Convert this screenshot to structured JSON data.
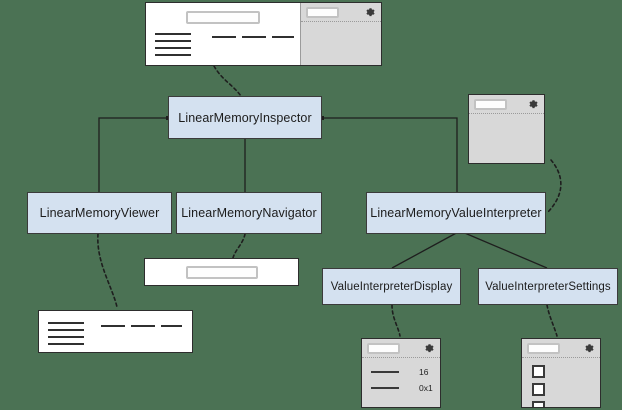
{
  "diagram": {
    "title": "LinearMemoryInspector component hierarchy",
    "background_color": "#4b7254",
    "node_fill": "#d4e1f0",
    "node_stroke": "#3b3b3b",
    "nodes": [
      {
        "id": "inspector",
        "label": "LinearMemoryInspector"
      },
      {
        "id": "viewer",
        "label": "LinearMemoryViewer"
      },
      {
        "id": "navigator",
        "label": "LinearMemoryNavigator"
      },
      {
        "id": "interpreter",
        "label": "LinearMemoryValueInterpreter"
      },
      {
        "id": "display",
        "label": "ValueInterpreterDisplay"
      },
      {
        "id": "settings",
        "label": "ValueInterpreterSettings"
      }
    ],
    "edges": [
      {
        "from": "inspector",
        "to": "viewer",
        "style": "solid"
      },
      {
        "from": "inspector",
        "to": "navigator",
        "style": "solid"
      },
      {
        "from": "inspector",
        "to": "interpreter",
        "style": "solid"
      },
      {
        "from": "interpreter",
        "to": "display",
        "style": "solid"
      },
      {
        "from": "interpreter",
        "to": "settings",
        "style": "solid"
      },
      {
        "from": "screenshot-inspector-full",
        "to": "inspector",
        "style": "dashed"
      },
      {
        "from": "screenshot-interpreter-panel",
        "to": "interpreter",
        "style": "dashed"
      },
      {
        "from": "viewer",
        "to": "screenshot-viewer-panel",
        "style": "dashed"
      },
      {
        "from": "navigator",
        "to": "screenshot-navigator-panel",
        "style": "dashed"
      },
      {
        "from": "display",
        "to": "screenshot-display-panel",
        "style": "dashed"
      },
      {
        "from": "settings",
        "to": "screenshot-settings-panel",
        "style": "dashed"
      }
    ]
  },
  "screenshots": {
    "inspector_full": {
      "name": "linear-memory-inspector-screenshot",
      "toolbar_input_value": "",
      "gear_icon": "gear-icon",
      "right_pane": "value-interpreter-pane"
    },
    "interpreter_panel": {
      "name": "value-interpreter-screenshot",
      "toolbar_input_value": "",
      "gear_icon": "gear-icon"
    },
    "navigator_panel": {
      "name": "linear-memory-navigator-screenshot",
      "address_input_value": ""
    },
    "viewer_panel": {
      "name": "linear-memory-viewer-screenshot"
    },
    "display_panel": {
      "name": "value-interpreter-display-screenshot",
      "toolbar_input_value": "",
      "gear_icon": "gear-icon",
      "rows": [
        {
          "label_icon": "value-dash",
          "value": "16"
        },
        {
          "label_icon": "value-dash",
          "value": "0x1"
        }
      ]
    },
    "settings_panel": {
      "name": "value-interpreter-settings-screenshot",
      "toolbar_input_value": "",
      "gear_icon": "gear-icon",
      "checkbox_count": 3,
      "checkboxes": [
        {
          "checked": false
        },
        {
          "checked": false
        },
        {
          "checked": false
        }
      ]
    }
  }
}
